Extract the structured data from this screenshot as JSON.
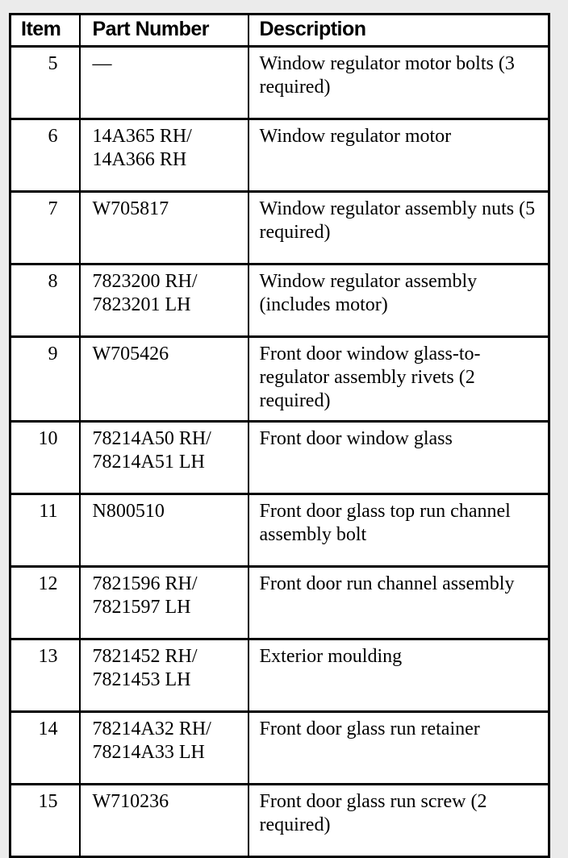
{
  "table": {
    "name": "parts-list-table",
    "columns": [
      "Item",
      "Part Number",
      "Description"
    ],
    "rows": [
      {
        "item": "5",
        "part_number": "—",
        "description": "Window regulator motor bolts (3 required)"
      },
      {
        "item": "6",
        "part_number": "14A365 RH/\n14A366 RH",
        "description": "Window regulator motor"
      },
      {
        "item": "7",
        "part_number": "W705817",
        "description": "Window regulator assembly nuts (5 required)"
      },
      {
        "item": "8",
        "part_number": "7823200 RH/\n7823201 LH",
        "description": "Window regulator assembly (includes motor)"
      },
      {
        "item": "9",
        "part_number": "W705426",
        "description": "Front door window glass-to-regulator assembly rivets (2 required)"
      },
      {
        "item": "10",
        "part_number": "78214A50 RH/\n78214A51 LH",
        "description": "Front door window glass"
      },
      {
        "item": "11",
        "part_number": "N800510",
        "description": "Front door glass top run channel assembly bolt"
      },
      {
        "item": "12",
        "part_number": "7821596 RH/\n7821597 LH",
        "description": "Front door run channel assembly"
      },
      {
        "item": "13",
        "part_number": "7821452 RH/\n7821453 LH",
        "description": "Exterior moulding"
      },
      {
        "item": "14",
        "part_number": "78214A32 RH/\n78214A33 LH",
        "description": "Front door glass run retainer"
      },
      {
        "item": "15",
        "part_number": "W710236",
        "description": "Front door glass run screw (2 required)"
      }
    ]
  },
  "colors": {
    "page_background": "#ebebeb",
    "table_background": "#ffffff",
    "border": "#000000",
    "text": "#000000"
  }
}
